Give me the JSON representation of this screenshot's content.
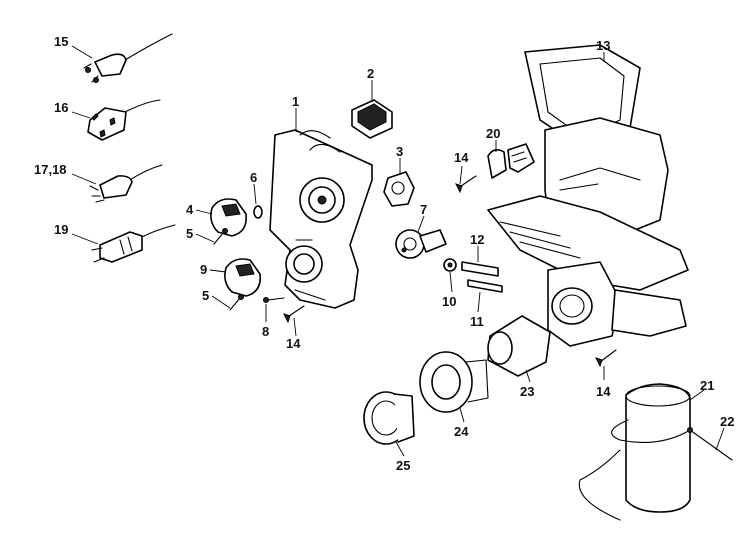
{
  "diagram": {
    "callouts": [
      "15",
      "16",
      "17,18",
      "19",
      "1",
      "2",
      "3",
      "4",
      "5",
      "6",
      "9",
      "5",
      "8",
      "14",
      "7",
      "14",
      "20",
      "13",
      "12",
      "10",
      "11",
      "23",
      "24",
      "25",
      "14",
      "21",
      "22"
    ]
  }
}
